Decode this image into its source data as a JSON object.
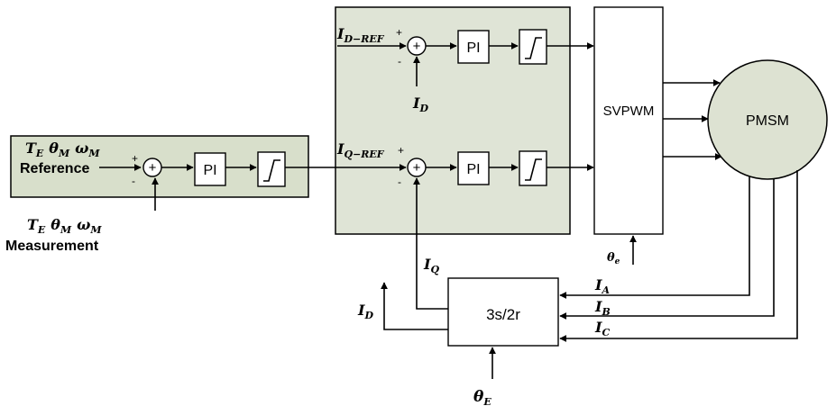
{
  "outer_loop": {
    "reference_vars": [
      "T",
      "E",
      "θ",
      "M",
      "ω",
      "M"
    ],
    "reference_label": "Reference",
    "measurement_vars": [
      "T",
      "E",
      "θ",
      "M",
      "ω",
      "M"
    ],
    "measurement_label": "Measurement",
    "sum_top_sign": "+",
    "sum_bottom_sign": "-",
    "sum_glyph": "+",
    "pi_label": "PI"
  },
  "d_axis": {
    "ref_main": "I",
    "ref_sub": "D−REF",
    "ref_sign": "+",
    "fb_sign": "-",
    "sum_glyph": "+",
    "pi_label": "PI",
    "fb_main": "I",
    "fb_sub": "D"
  },
  "q_axis": {
    "ref_main": "I",
    "ref_sub": "Q−REF",
    "ref_sign": "+",
    "fb_sign": "-",
    "sum_glyph": "+",
    "pi_label": "PI",
    "fb_main": "I",
    "fb_sub": "Q"
  },
  "svpwm": {
    "label": "SVPWM",
    "angle_main": "θ",
    "angle_sub": "e"
  },
  "motor": {
    "label": "PMSM"
  },
  "transform": {
    "label": "3s/2r",
    "out_main": "I",
    "out_sub": "D",
    "angle_main": "θ",
    "angle_sub": "E"
  },
  "phase_currents": [
    {
      "main": "I",
      "sub": "A"
    },
    {
      "main": "I",
      "sub": "B"
    },
    {
      "main": "I",
      "sub": "C"
    }
  ],
  "colors": {
    "outer_box_fill": "#d8dfcb",
    "inner_box_fill": "#dfe4d6",
    "motor_fill": "#dde2d2",
    "line": "#000000"
  }
}
